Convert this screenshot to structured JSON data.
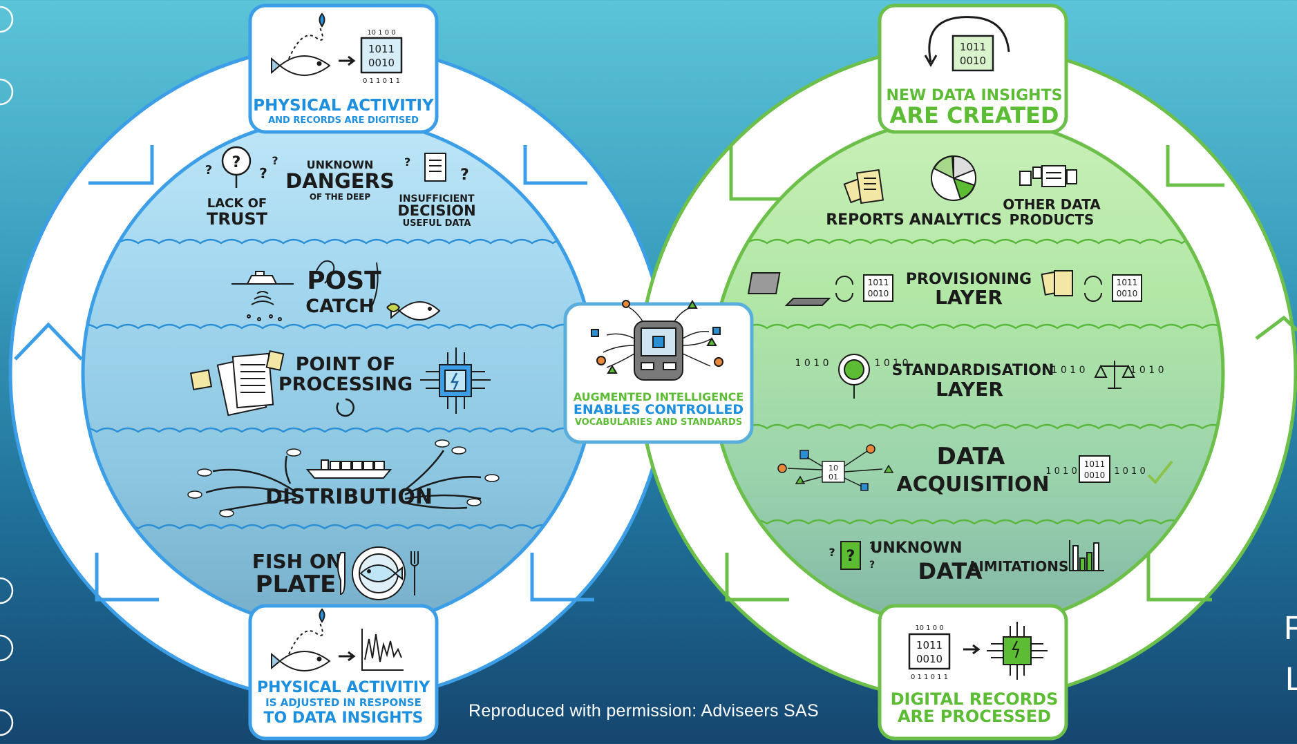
{
  "left_cycle": {
    "top_box": {
      "line1": "PHYSICAL ACTIVITIY",
      "line2": "AND RECORDS ARE DIGITISED"
    },
    "bottom_box": {
      "line1": "PHYSICAL ACTIVITIY",
      "line2": "IS ADJUSTED IN RESPONSE",
      "line3": "TO DATA INSIGHTS"
    },
    "surface": {
      "lack_of": "LACK OF",
      "trust": "TRUST",
      "unknown": "UNKNOWN",
      "dangers": "DANGERS",
      "of_the_deep": "OF THE DEEP",
      "insufficient": "INSUFFICIENT",
      "decision": "DECISION",
      "useful_data": "USEFUL DATA"
    },
    "post_catch": {
      "line1": "POST",
      "line2": "CATCH"
    },
    "processing": {
      "line1": "POINT OF",
      "line2": "PROCESSING"
    },
    "distribution": "DISTRIBUTION",
    "fish_on_plate": {
      "line1": "FISH ON",
      "line2": "PLATE"
    }
  },
  "center_box": {
    "line1": "AUGMENTED INTELLIGENCE",
    "line2": "ENABLES CONTROLLED",
    "line3": "VOCABULARIES AND STANDARDS"
  },
  "right_cycle": {
    "top_box": {
      "line1": "NEW DATA INSIGHTS",
      "line2": "ARE CREATED"
    },
    "bottom_box": {
      "line1": "DIGITAL RECORDS",
      "line2": "ARE PROCESSED"
    },
    "products": {
      "reports": "REPORTS",
      "analytics": "ANALYTICS",
      "other_line1": "OTHER DATA",
      "other_line2": "PRODUCTS"
    },
    "provisioning": {
      "line1": "PROVISIONING",
      "line2": "LAYER"
    },
    "standardisation": {
      "line1": "STANDARDISATION",
      "line2": "LAYER"
    },
    "acquisition": {
      "line1": "DATA",
      "line2": "ACQUISITION"
    },
    "limitations": {
      "unknown": "UNKNOWN",
      "data": "DATA",
      "limitations": "LIMITATIONS"
    }
  },
  "binary": {
    "top": "10 1 0 0",
    "mid1": "1011",
    "mid2": "0010",
    "bottom": "0 1 1 0 1 1",
    "small": "1 0 1 0",
    "pair1": "10",
    "pair2": "01"
  },
  "symbols": {
    "question": "?",
    "pin": "pin-icon"
  },
  "credit": "Reproduced with permission: Adviseers SAS",
  "edge_letters": {
    "f": "F",
    "l": "L"
  },
  "colors": {
    "blue": "#3b9ee6",
    "green": "#6cc04a",
    "blue_accent": "#1c8fde",
    "green_accent": "#5cbd35",
    "ink": "#1b1b1b"
  }
}
